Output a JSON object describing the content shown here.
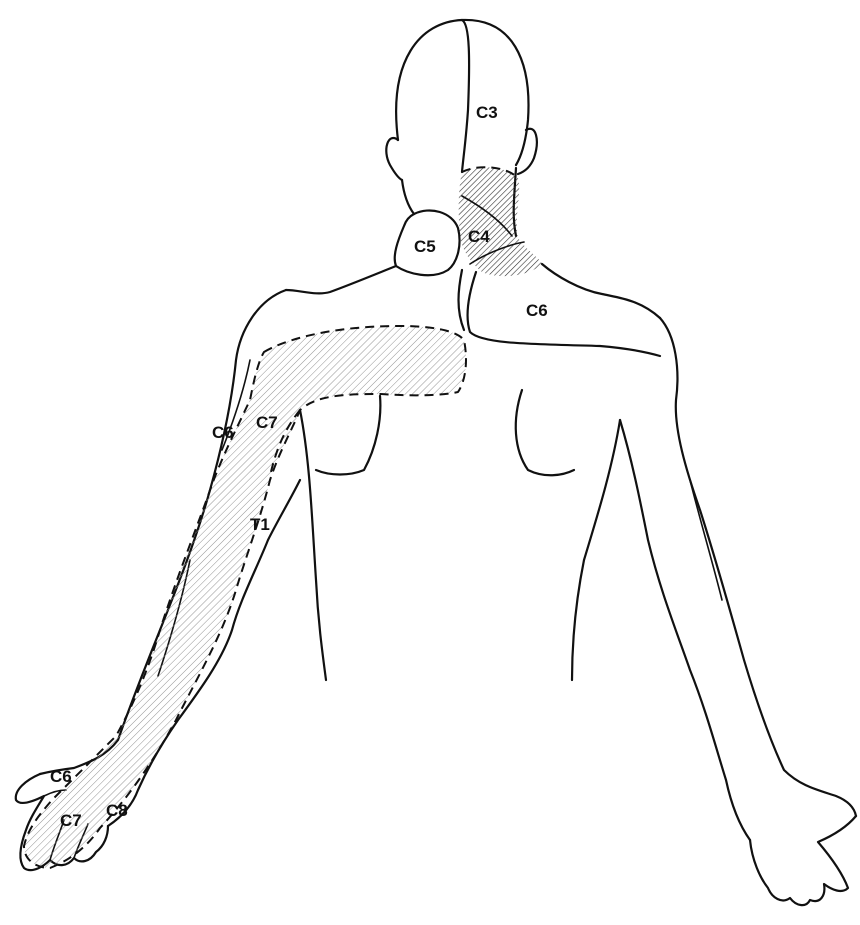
{
  "labels": {
    "c3": "C3",
    "c4": "C4",
    "c5": "C5",
    "c6_shoulder": "C6",
    "c6_arm": "C6",
    "c7_arm": "C7",
    "t1": "T1",
    "c6_hand": "C6",
    "c7_hand": "C7",
    "c8_hand": "C8"
  },
  "colors": {
    "ink": "#111111",
    "paper": "#ffffff"
  }
}
